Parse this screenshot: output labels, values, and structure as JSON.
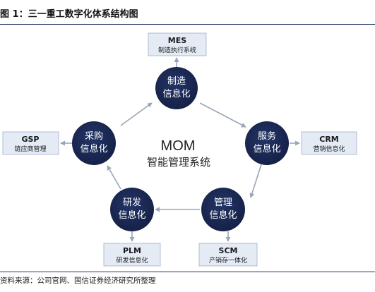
{
  "figure": {
    "title": "图 1：三一重工数字化体系结构图",
    "source": "资料来源：公司官网、国信证券经济研究所整理"
  },
  "center": {
    "line1": "MOM",
    "line2": "智能管理系统"
  },
  "nodes": {
    "manufacturing": {
      "line1": "制造",
      "line2": "信息化"
    },
    "service": {
      "line1": "服务",
      "line2": "信息化"
    },
    "management": {
      "line1": "管理",
      "line2": "信息化"
    },
    "rnd": {
      "line1": "研发",
      "line2": "信息化"
    },
    "procurement": {
      "line1": "采购",
      "line2": "信息化"
    }
  },
  "systems": {
    "mes": {
      "title": "MES",
      "subtitle": "制造执行系统"
    },
    "crm": {
      "title": "CRM",
      "subtitle": "营销信息化"
    },
    "scm": {
      "title": "SCM",
      "subtitle": "产销存一体化"
    },
    "plm": {
      "title": "PLM",
      "subtitle": "研发信息化"
    },
    "gsp": {
      "title": "GSP",
      "subtitle": "链应商管理"
    }
  },
  "colors": {
    "node_fill": "#1c2b57",
    "box_fill": "#e4ebf5",
    "box_border": "#9fb0c8",
    "arrow": "#9aa6b8",
    "rule": "#1f3864"
  }
}
